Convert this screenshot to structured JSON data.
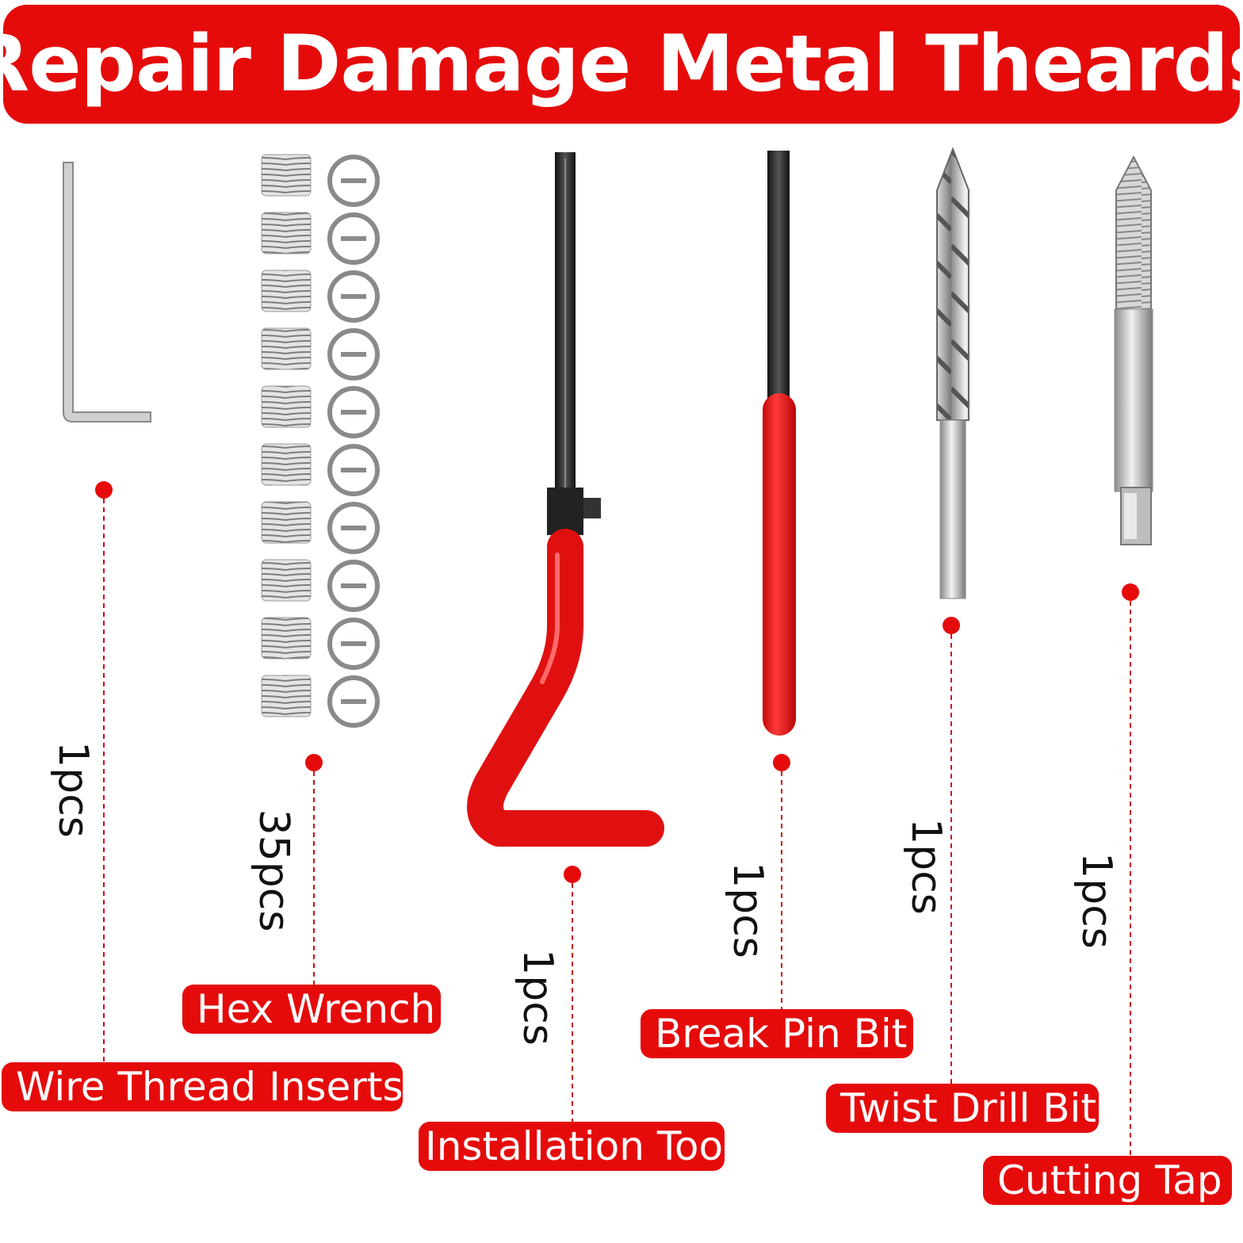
{
  "title": "Repair Damage Metal Theards",
  "colors": {
    "accent": "#e50b0b",
    "background": "#ffffff",
    "text": "#111111"
  },
  "items": [
    {
      "label": "Wire Thread Inserts",
      "quantity": "1pcs"
    },
    {
      "label": "Hex Wrench",
      "quantity": "35pcs"
    },
    {
      "label": "Installation Too",
      "quantity": "1pcs"
    },
    {
      "label": "Break Pin Bit",
      "quantity": "1pcs"
    },
    {
      "label": "Twist Drill Bit",
      "quantity": "1pcs"
    },
    {
      "label": "Cutting Tap",
      "quantity": "1pcs"
    }
  ]
}
